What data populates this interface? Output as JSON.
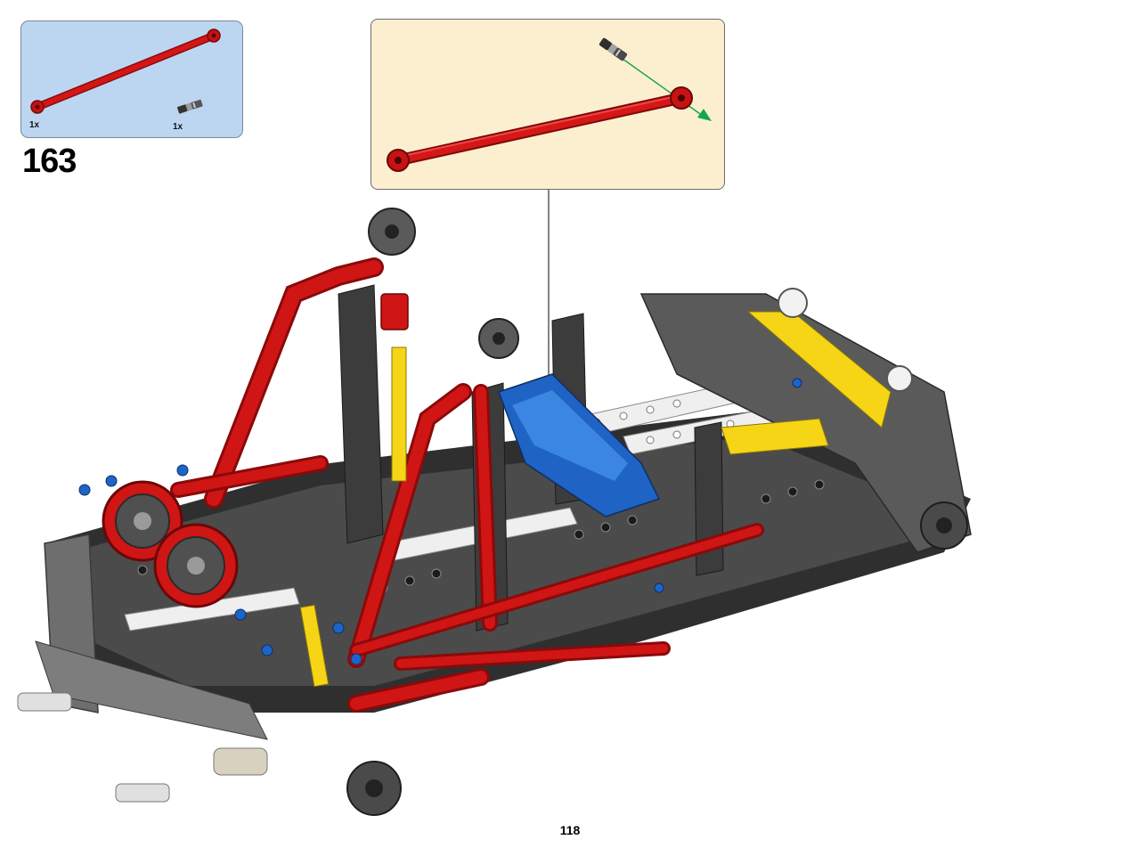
{
  "step": {
    "number": "163"
  },
  "parts_list": [
    {
      "part": "red-link-bar",
      "quantity": "1x"
    },
    {
      "part": "black-gray-connector-pin",
      "quantity": "1x"
    }
  ],
  "callout": {
    "insert_arrow_color": "#19a64a"
  },
  "page": {
    "number": "118"
  },
  "colors": {
    "parts_box_bg": "#bcd6f1",
    "callout_bg": "#fcefd0",
    "technic_red": "#cc1111",
    "technic_blue": "#1e64c8",
    "technic_yellow": "#f5d516",
    "technic_dark_gray": "#3c3c3c",
    "technic_white": "#f2f2f2"
  }
}
